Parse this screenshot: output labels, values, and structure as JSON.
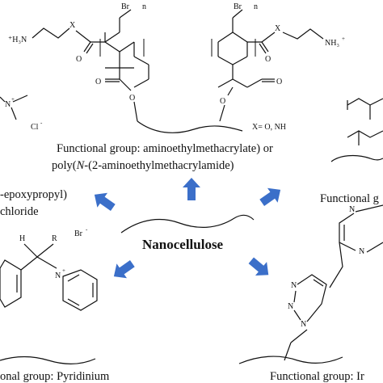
{
  "center": {
    "label": "Nanocellulose"
  },
  "captions": {
    "top_line1": "Functional group: aminoethylmethacrylate) or",
    "top_line2_a": "poly(",
    "top_line2_n": "N",
    "top_line2_b": "-(2-aminoethylmethacrylamide)",
    "left_line1": "-epoxypropyl)",
    "left_line2": "chloride",
    "right_top": "Functional g",
    "bottom_left": "onal group: Pyridinium",
    "bottom_right": "Functional group: Ir"
  },
  "atoms": {
    "br_n_left": "Br",
    "n_left": "n",
    "br_n_right": "Br",
    "n_right": "n",
    "nh3_left": "⁺H₃N",
    "x_left": "X",
    "x_right": "X",
    "nh3_right": "NH₃",
    "plus_right": "+",
    "o1": "O",
    "o2": "O",
    "o3": "O",
    "o4": "O",
    "o5": "O",
    "o6": "O",
    "x_def": "X= O, NH",
    "quat_n": "N",
    "quat_plus": "+",
    "cl": "Cl",
    "cl_minus": "-",
    "pyr_h": "H",
    "pyr_r": "R",
    "pyr_br": "Br",
    "pyr_minus": "-",
    "pyr_n": "N",
    "pyr_plus": "+",
    "tri_n1": "N",
    "tri_n2": "N",
    "tri_n3": "N",
    "imid_n1": "N",
    "imid_n2": "N"
  },
  "colors": {
    "arrow": "#3b6fc9",
    "ink": "#111111",
    "background": "#ffffff"
  }
}
